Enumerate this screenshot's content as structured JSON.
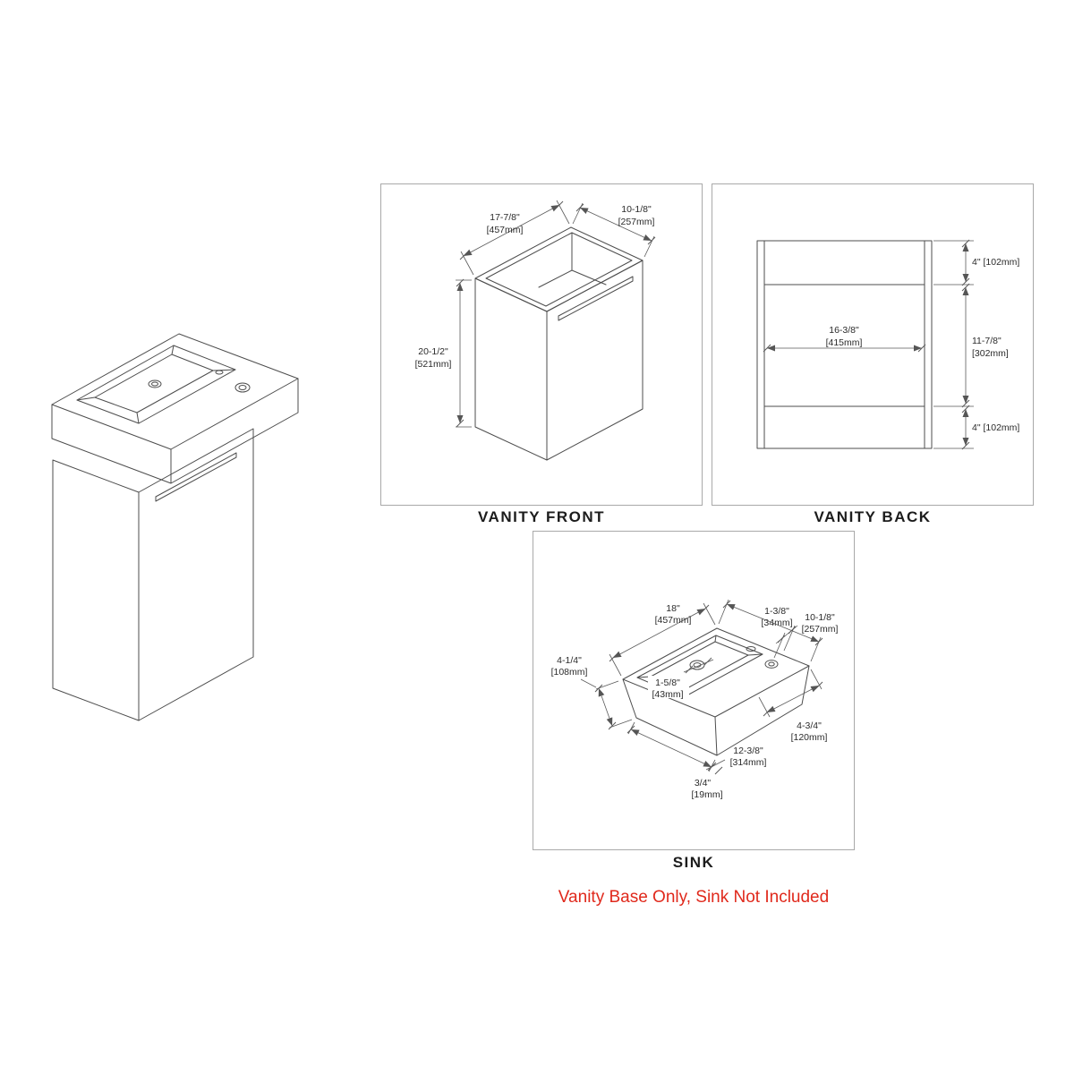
{
  "canvas": {
    "background": "#ffffff",
    "line_color": "#4d4d4d",
    "dim_text_color": "#2b2b2b"
  },
  "front_view": {
    "label": "VANITY FRONT",
    "width_in": "17-7/8\"",
    "width_mm": "[457mm]",
    "depth_in": "10-1/8\"",
    "depth_mm": "[257mm]",
    "height_in": "20-1/2\"",
    "height_mm": "[521mm]"
  },
  "back_view": {
    "label": "VANITY BACK",
    "top_rail": "4\" [102mm]",
    "inner_width_in": "16-3/8\"",
    "inner_width_mm": "[415mm]",
    "middle_in": "11-7/8\"",
    "middle_mm": "[302mm]",
    "bottom_rail": "4\" [102mm]"
  },
  "sink_view": {
    "label": "SINK",
    "width_in": "18\"",
    "width_mm": "[457mm]",
    "faucet_offset_in": "1-3/8\"",
    "faucet_offset_mm": "[34mm]",
    "depth_in": "10-1/8\"",
    "depth_mm": "[257mm]",
    "height_in": "4-1/4\"",
    "height_mm": "[108mm]",
    "drain_in": "1-5/8\"",
    "drain_mm": "[43mm]",
    "deck_in": "4-3/4\"",
    "deck_mm": "[120mm]",
    "basin_in": "12-3/8\"",
    "basin_mm": "[314mm]",
    "lip_in": "3/4\"",
    "lip_mm": "[19mm]"
  },
  "footer": {
    "note": "Vanity Base Only, Sink Not Included",
    "color": "#e0291c"
  }
}
